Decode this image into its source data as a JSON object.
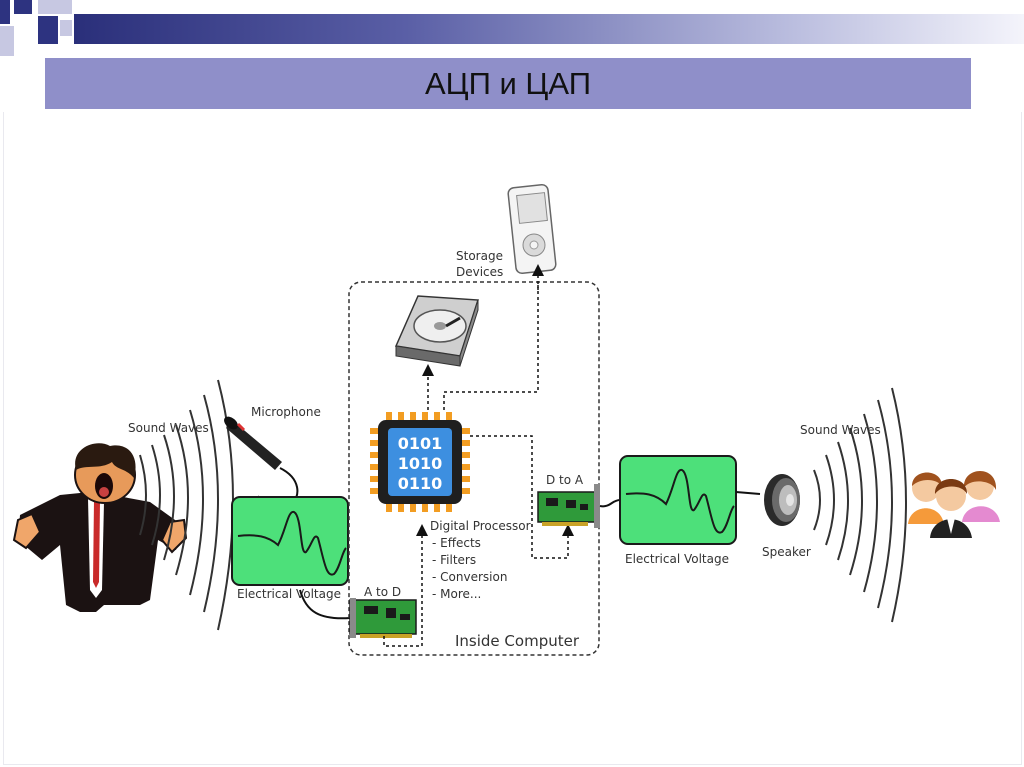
{
  "slide": {
    "title": "АЦП и ЦАП"
  },
  "diagram": {
    "labels": {
      "sound_waves_left": "Sound Waves",
      "microphone": "Microphone",
      "electrical_voltage_left": "Electrical Voltage",
      "a_to_d": "A to D",
      "storage_devices_line1": "Storage",
      "storage_devices_line2": "Devices",
      "chip_line1": "0101",
      "chip_line2": "1010",
      "chip_line3": "0110",
      "digital_processor": "Digital Processor",
      "processor_items": [
        "- Effects",
        "- Filters",
        "- Conversion",
        "- More..."
      ],
      "inside_computer": "Inside Computer",
      "d_to_a": "D to A",
      "electrical_voltage_right": "Electrical Voltage",
      "speaker": "Speaker",
      "sound_waves_right": "Sound Waves"
    }
  },
  "colors": {
    "title_band": "#8f8fc9",
    "scope_green": "#4de07a",
    "chip_blue": "#3d8fe0",
    "chip_orange": "#f29d22",
    "card_green": "#2f9a3a"
  }
}
